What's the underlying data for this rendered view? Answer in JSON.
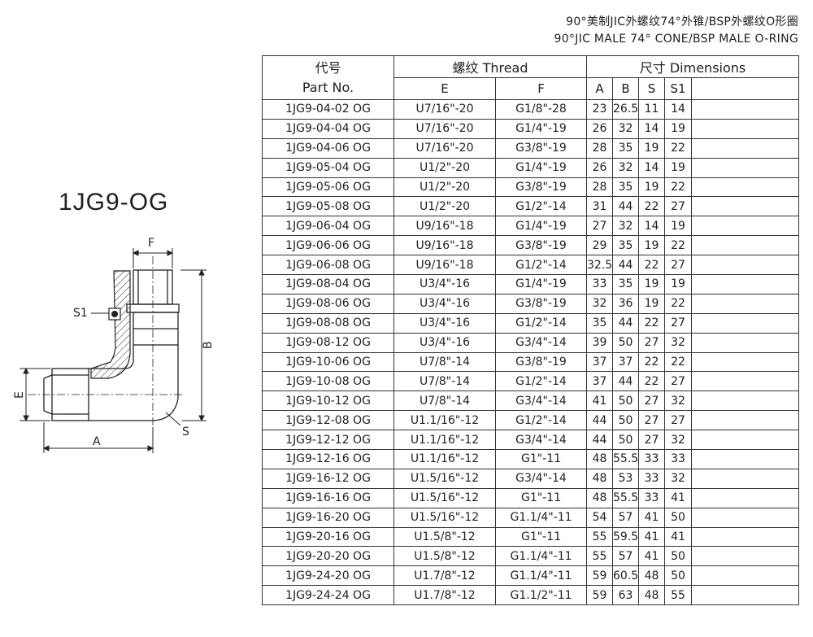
{
  "header": {
    "title_cn": "90°美制JIC外螺纹74°外锥/BSP外螺纹O形圈",
    "title_en": "90°JIC MALE 74° CONE/BSP MALE O-RING"
  },
  "model": "1JG9-OG",
  "drawing_labels": {
    "F": "F",
    "S1": "S1",
    "B": "B",
    "E": "E",
    "A": "A",
    "S": "S"
  },
  "table": {
    "part_cn": "代号",
    "part_en": "Part No.",
    "thread": "螺纹 Thread",
    "dims": "尺寸 Dimensions",
    "cols": [
      "E",
      "F",
      "A",
      "B",
      "S",
      "S1"
    ],
    "rows": [
      [
        "1JG9-04-02 OG",
        "U7/16\"-20",
        "G1/8\"-28",
        "23",
        "26.5",
        "11",
        "14"
      ],
      [
        "1JG9-04-04 OG",
        "U7/16\"-20",
        "G1/4\"-19",
        "26",
        "32",
        "14",
        "19"
      ],
      [
        "1JG9-04-06 OG",
        "U7/16\"-20",
        "G3/8\"-19",
        "28",
        "35",
        "19",
        "22"
      ],
      [
        "1JG9-05-04 OG",
        "U1/2\"-20",
        "G1/4\"-19",
        "26",
        "32",
        "14",
        "19"
      ],
      [
        "1JG9-05-06 OG",
        "U1/2\"-20",
        "G3/8\"-19",
        "28",
        "35",
        "19",
        "22"
      ],
      [
        "1JG9-05-08 OG",
        "U1/2\"-20",
        "G1/2\"-14",
        "31",
        "44",
        "22",
        "27"
      ],
      [
        "1JG9-06-04 OG",
        "U9/16\"-18",
        "G1/4\"-19",
        "27",
        "32",
        "14",
        "19"
      ],
      [
        "1JG9-06-06 OG",
        "U9/16\"-18",
        "G3/8\"-19",
        "29",
        "35",
        "19",
        "22"
      ],
      [
        "1JG9-06-08 OG",
        "U9/16\"-18",
        "G1/2\"-14",
        "32.5",
        "44",
        "22",
        "27"
      ],
      [
        "1JG9-08-04 OG",
        "U3/4\"-16",
        "G1/4\"-19",
        "33",
        "35",
        "19",
        "19"
      ],
      [
        "1JG9-08-06 OG",
        "U3/4\"-16",
        "G3/8\"-19",
        "32",
        "36",
        "19",
        "22"
      ],
      [
        "1JG9-08-08 OG",
        "U3/4\"-16",
        "G1/2\"-14",
        "35",
        "44",
        "22",
        "27"
      ],
      [
        "1JG9-08-12 OG",
        "U3/4\"-16",
        "G3/4\"-14",
        "39",
        "50",
        "27",
        "32"
      ],
      [
        "1JG9-10-06 OG",
        "U7/8\"-14",
        "G3/8\"-19",
        "37",
        "37",
        "22",
        "22"
      ],
      [
        "1JG9-10-08 OG",
        "U7/8\"-14",
        "G1/2\"-14",
        "37",
        "44",
        "22",
        "27"
      ],
      [
        "1JG9-10-12 OG",
        "U7/8\"-14",
        "G3/4\"-14",
        "41",
        "50",
        "27",
        "32"
      ],
      [
        "1JG9-12-08 OG",
        "U1.1/16\"-12",
        "G1/2\"-14",
        "44",
        "50",
        "27",
        "27"
      ],
      [
        "1JG9-12-12 OG",
        "U1.1/16\"-12",
        "G3/4\"-14",
        "44",
        "50",
        "27",
        "32"
      ],
      [
        "1JG9-12-16 OG",
        "U1.1/16\"-12",
        "G1\"-11",
        "48",
        "55.5",
        "33",
        "33"
      ],
      [
        "1JG9-16-12 OG",
        "U1.5/16\"-12",
        "G3/4\"-14",
        "48",
        "53",
        "33",
        "32"
      ],
      [
        "1JG9-16-16 OG",
        "U1.5/16\"-12",
        "G1\"-11",
        "48",
        "55.5",
        "33",
        "41"
      ],
      [
        "1JG9-16-20 OG",
        "U1.5/16\"-12",
        "G1.1/4\"-11",
        "54",
        "57",
        "41",
        "50"
      ],
      [
        "1JG9-20-16 OG",
        "U1.5/8\"-12",
        "G1\"-11",
        "55",
        "59.5",
        "41",
        "41"
      ],
      [
        "1JG9-20-20 OG",
        "U1.5/8\"-12",
        "G1.1/4\"-11",
        "55",
        "57",
        "41",
        "50"
      ],
      [
        "1JG9-24-20 OG",
        "U1.7/8\"-12",
        "G1.1/4\"-11",
        "59",
        "60.5",
        "48",
        "50"
      ],
      [
        "1JG9-24-24 OG",
        "U1.7/8\"-12",
        "G1.1/2\"-11",
        "59",
        "63",
        "48",
        "55"
      ]
    ]
  }
}
